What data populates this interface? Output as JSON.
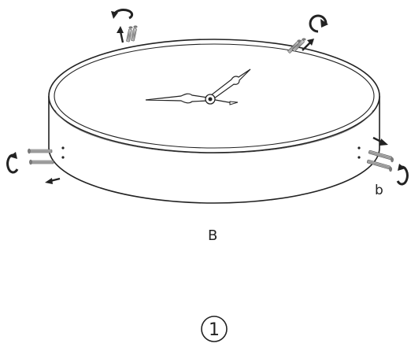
{
  "diagram": {
    "part_label_body": "B",
    "part_label_screw": "b",
    "step_number": "1"
  },
  "icons": {
    "rotation": "rotate-arrow-icon",
    "direction": "direction-arrow-icon",
    "screw": "screw-icon",
    "clock_hands": "clock-hands-icon"
  },
  "colors": {
    "outline": "#222222",
    "screw_fill": "#9a9a9a",
    "background": "#ffffff"
  }
}
